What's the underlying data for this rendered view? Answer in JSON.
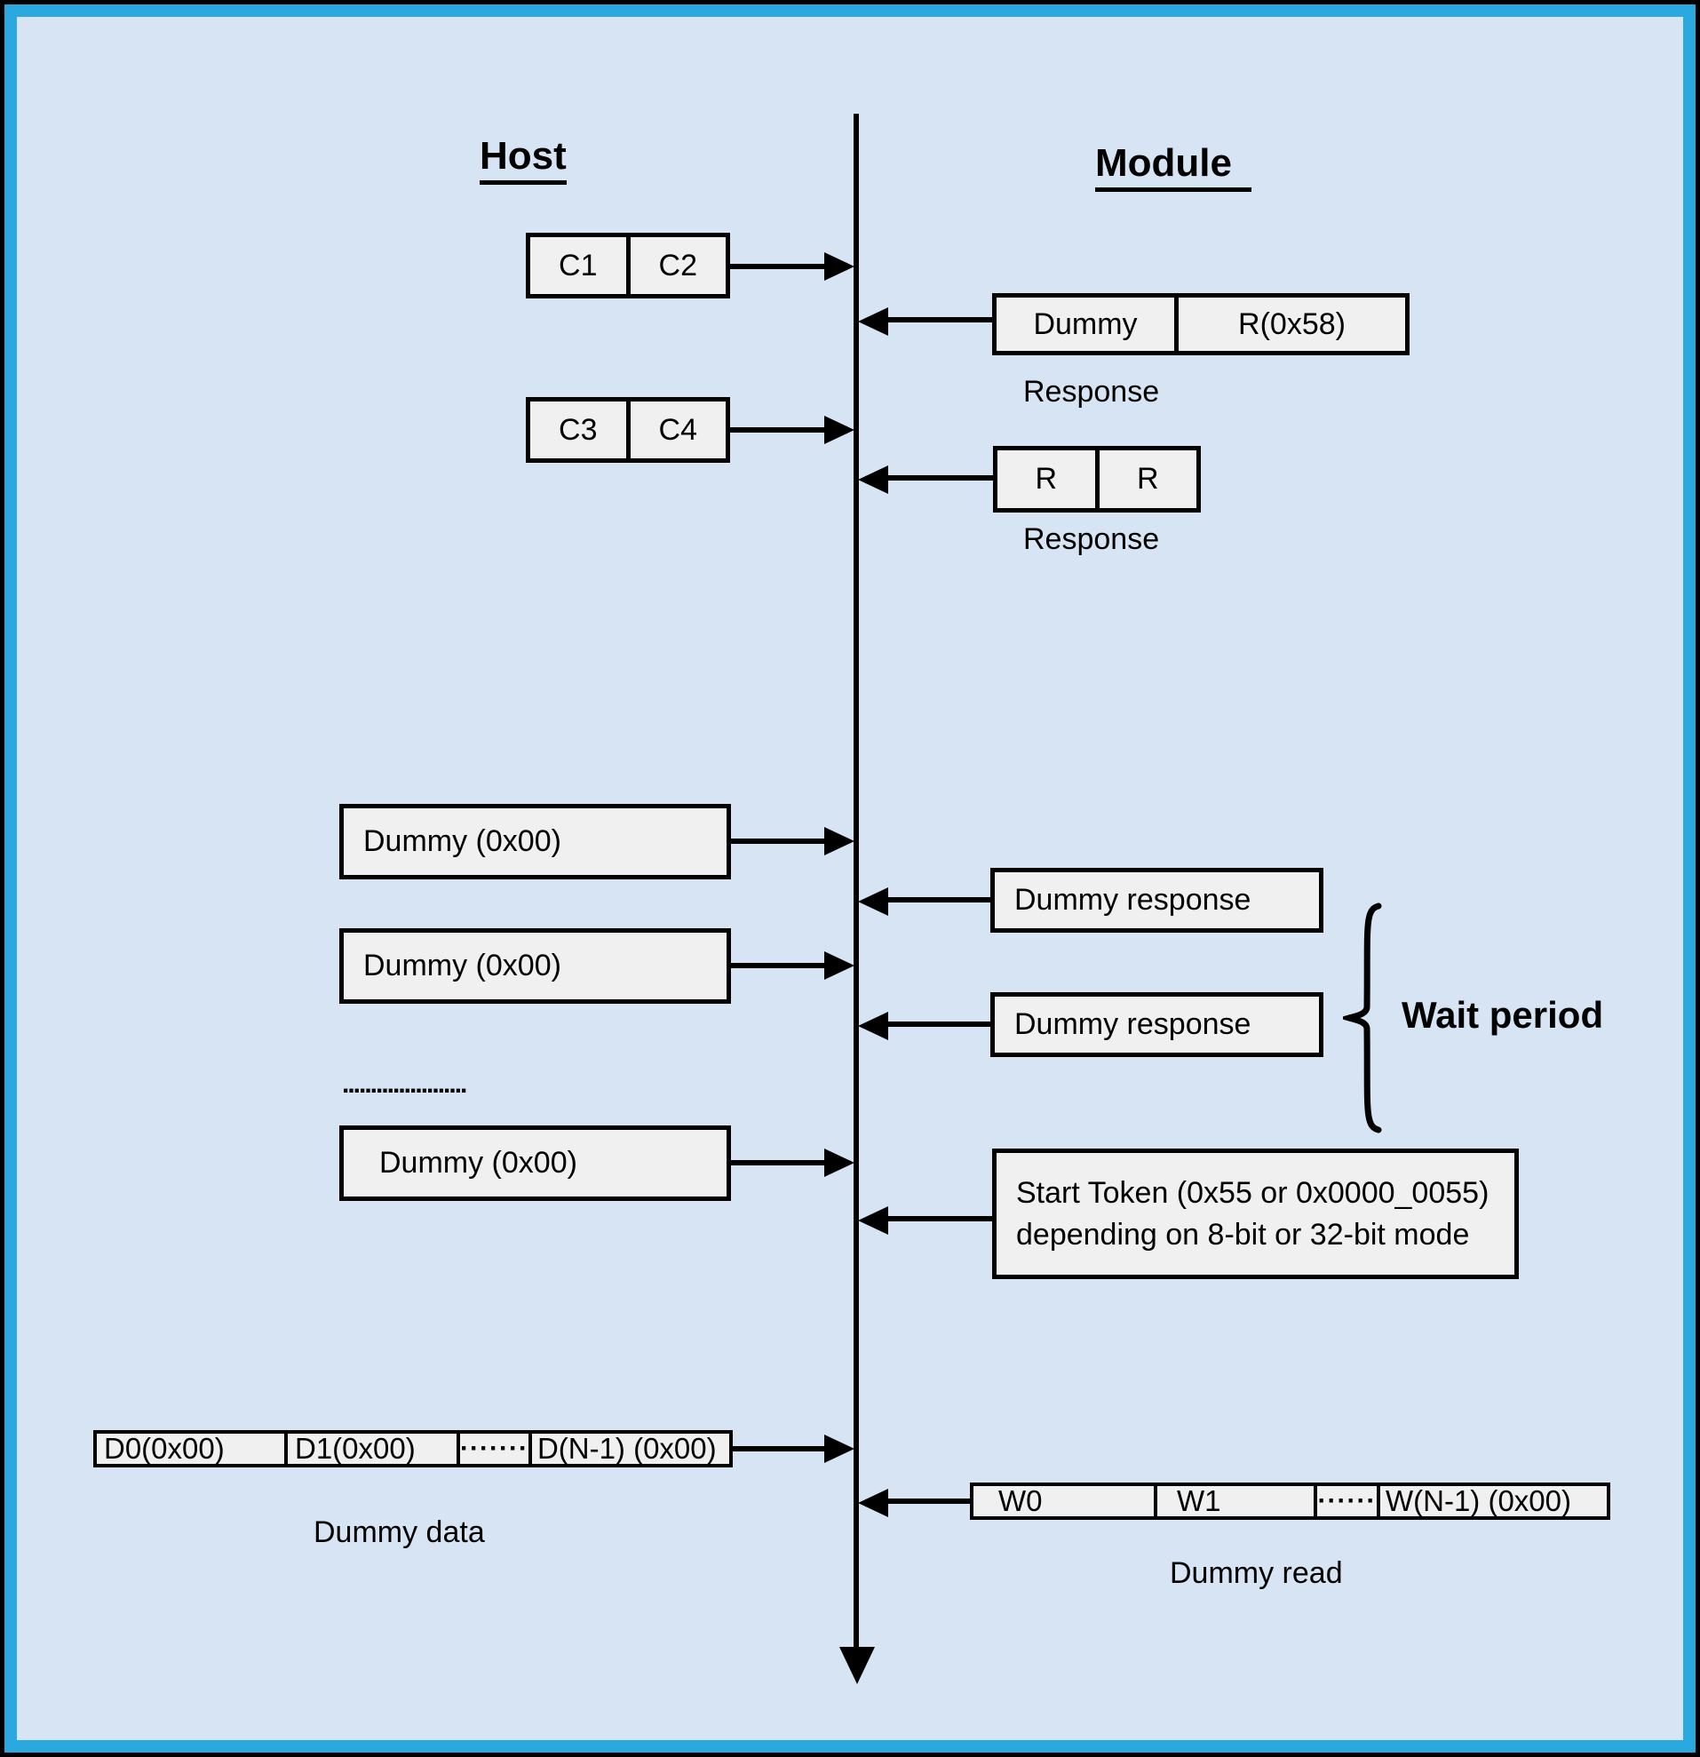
{
  "header": {
    "host_title": "Host",
    "module_title": "Module"
  },
  "colors": {
    "outer_frame": "#000000",
    "inner_frame": "#2aa9e0",
    "canvas_bg": "#d7e4f3",
    "box_fill": "#f0f0f0",
    "box_border": "#000000"
  },
  "sequence": {
    "cmd_c1c2": {
      "cells": [
        "C1",
        "C2"
      ]
    },
    "resp_dummy_r58": {
      "cells": [
        "Dummy",
        "R(0x58)"
      ],
      "label": "Response"
    },
    "cmd_c3c4": {
      "cells": [
        "C3",
        "C4"
      ]
    },
    "resp_rr": {
      "cells": [
        "R",
        "R"
      ],
      "label": "Response"
    },
    "dummy_send_1": "Dummy (0x00)",
    "dummy_response_1": "Dummy response",
    "dummy_send_2": "Dummy (0x00)",
    "dummy_response_2": "Dummy response",
    "ellipsis_line": "......................",
    "dummy_send_3": "Dummy (0x00)",
    "start_token": {
      "line1": "Start Token (0x55 or 0x0000_0055)",
      "line2": "depending on 8-bit or 32-bit mode"
    },
    "wait_period_label": "Wait period",
    "dummy_data_row": {
      "cells": [
        "D0(0x00)",
        "D1(0x00)",
        "·······",
        "D(N-1) (0x00)"
      ],
      "label": "Dummy data"
    },
    "dummy_read_row": {
      "cells": [
        "W0",
        "W1",
        "······",
        "W(N-1) (0x00)"
      ],
      "label": "Dummy read"
    }
  }
}
